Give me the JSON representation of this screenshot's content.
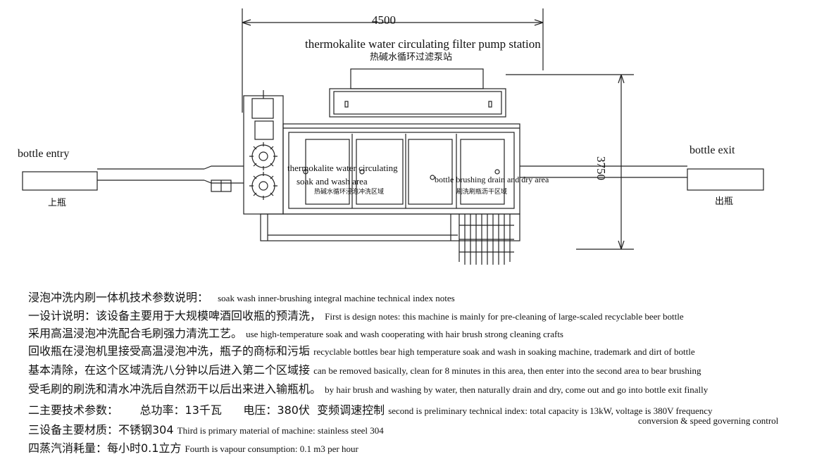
{
  "dimensions": {
    "width_mm": "4500",
    "height_mm": "3750"
  },
  "labels": {
    "pump_station_en": "thermokalite water circulating filter pump station",
    "pump_station_zh": "热碱水循环过滤泵站",
    "bottle_entry_en": "bottle entry",
    "bottle_entry_zh": "上瓶",
    "bottle_exit_en": "bottle exit",
    "bottle_exit_zh": "出瓶",
    "soak_area_en_1": "thermokalite water circulating",
    "soak_area_en_2": "soak and wash area",
    "soak_area_zh": "热碱水循环浸泡冲洗区域",
    "brush_area_en": "bottle brushing drain and dry area",
    "brush_area_zh": "刷洗刷瓶沥干区域"
  },
  "notes": [
    {
      "zh": "浸泡冲洗内刷一体机技术参数说明：",
      "en": "soak wash inner-brushing integral machine technical index notes"
    },
    {
      "zh": "一设计说明：该设备主要用于大规模啤酒回收瓶的预清洗，",
      "en": "First is design notes: this machine is mainly for pre-cleaning of large-scaled recyclable beer bottle"
    },
    {
      "zh": "采用高温浸泡冲洗配合毛刷强力清洗工艺。",
      "en": "use high-temperature soak and wash cooperating with hair brush strong cleaning crafts"
    },
    {
      "zh": "回收瓶在浸泡机里接受高温浸泡冲洗，瓶子的商标和污垢",
      "en": "recyclable bottles bear high temperature soak and wash in soaking machine, trademark and dirt of bottle"
    },
    {
      "zh": "基本清除，在这个区域清洗八分钟以后进入第二个区域接",
      "en": "can be removed basically, clean for 8 minutes in this area, then enter into the second area to bear brushing"
    },
    {
      "zh": "受毛刷的刷洗和清水冲洗后自然沥干以后出来进入输瓶机。",
      "en": "by hair brush and washing by water, then naturally drain and dry, come out and go into bottle exit finally"
    },
    {
      "zh": "二主要技术参数：      总功率：13千瓦      电压：380伏  变频调速控制",
      "en": "second is preliminary technical index: total capacity is 13kW, voltage is 380V frequency",
      "en2": "conversion & speed governing control"
    },
    {
      "zh": "三设备主要材质：不锈钢304",
      "en": "Third is primary material of machine: stainless steel 304"
    },
    {
      "zh": "四蒸汽消耗量：每小时0.1立方",
      "en": "Fourth is vapour consumption: 0.1 m3 per hour"
    }
  ]
}
